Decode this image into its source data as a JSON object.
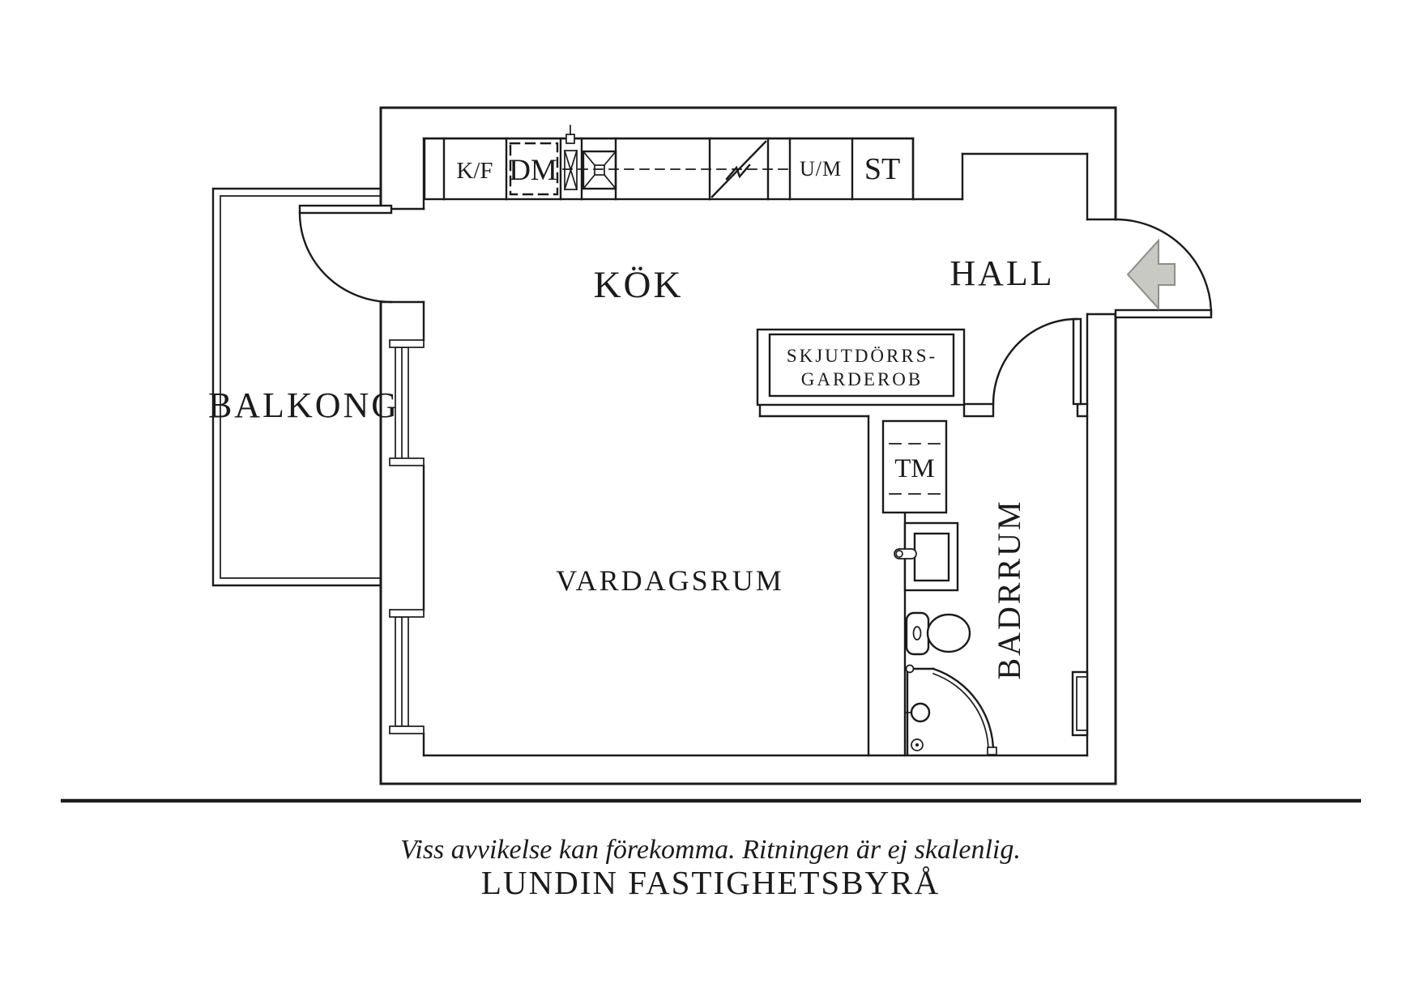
{
  "rooms": {
    "kitchen": "KÖK",
    "hall": "HALL",
    "balcony": "BALKONG",
    "living_room": "VARDAGSRUM",
    "bathroom": "BADRRUM"
  },
  "closet": {
    "line1": "SKJUTDÖRRS-",
    "line2": "GARDEROB"
  },
  "appliances": {
    "fridge_freezer": "K/F",
    "dishwasher": "DM",
    "oven_microwave": "U/M",
    "pantry": "ST",
    "washing_machine": "TM"
  },
  "footer": {
    "disclaimer": "Viss avvikelse kan förekomma. Ritningen är ej skalenlig.",
    "agency": "LUNDIN FASTIGHETSBYRÅ"
  },
  "colors": {
    "line": "#1b1b1b",
    "entry_arrow_fill": "#c9c9c4",
    "entry_arrow_stroke": "#8e8e89",
    "background": "#ffffff"
  }
}
